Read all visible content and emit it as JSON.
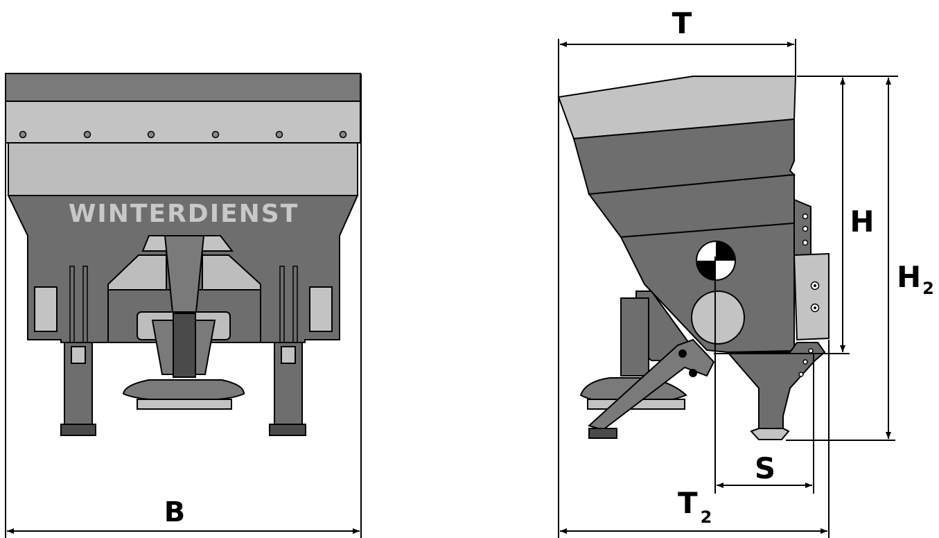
{
  "front_view": {
    "brand_text": "WINTERDIENST",
    "dimension_width": "B"
  },
  "side_view": {
    "dimension_depth": "T",
    "dimension_height": "H",
    "dimension_height_2_main": "H",
    "dimension_height_2_sub": "2",
    "dimension_offset": "S",
    "dimension_depth_2_main": "T",
    "dimension_depth_2_sub": "2"
  },
  "colors": {
    "hopper_gray": "#7a7a7a",
    "light_gray": "#c3c3c3",
    "dark_gray": "#4a4a4a"
  }
}
